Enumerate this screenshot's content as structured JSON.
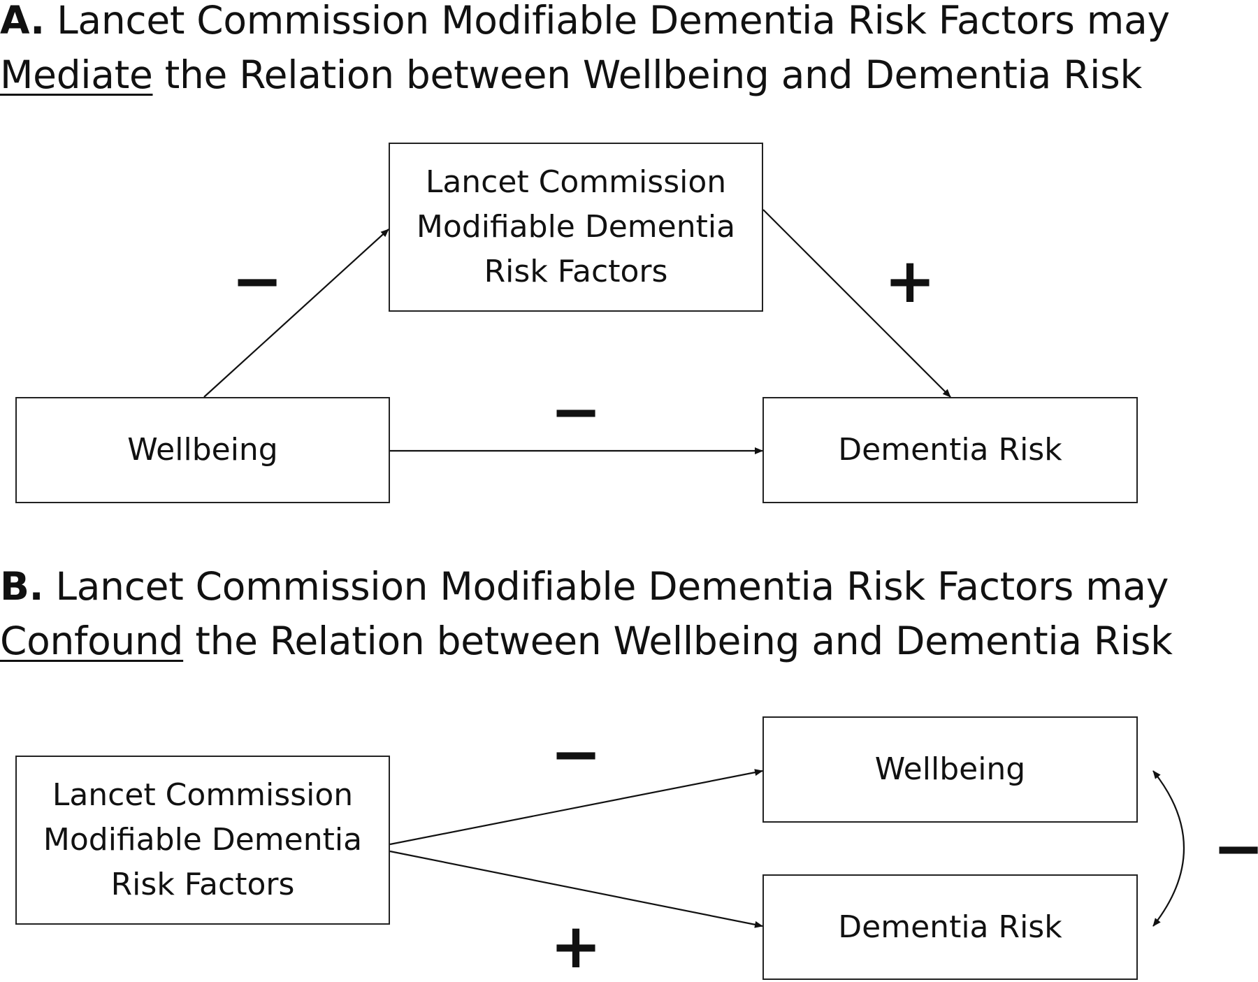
{
  "panel_a": {
    "letter": "A.",
    "title_line1": "Lancet Commission Modifiable Dementia Risk Factors may",
    "keyword": "Mediate",
    "title_line2_rest": "the Relation between Wellbeing and Dementia Risk",
    "mediator_box": [
      "Lancet Commission",
      "Modifiable Dementia",
      "Risk Factors"
    ],
    "left_box": "Wellbeing",
    "right_box": "Dementia Risk",
    "sign_wellbeing_to_mediator": "-",
    "sign_mediator_to_risk": "+",
    "sign_wellbeing_to_risk": "-"
  },
  "panel_b": {
    "letter": "B.",
    "title_line1": "Lancet Commission Modifiable Dementia Risk Factors may",
    "keyword": "Confound",
    "title_line2_rest": "the Relation between Wellbeing and Dementia Risk",
    "confounder_box": [
      "Lancet Commission",
      "Modifiable Dementia",
      "Risk Factors"
    ],
    "top_box": "Wellbeing",
    "bottom_box": "Dementia Risk",
    "sign_to_wellbeing": "-",
    "sign_to_risk": "+",
    "sign_correlation": "-"
  }
}
